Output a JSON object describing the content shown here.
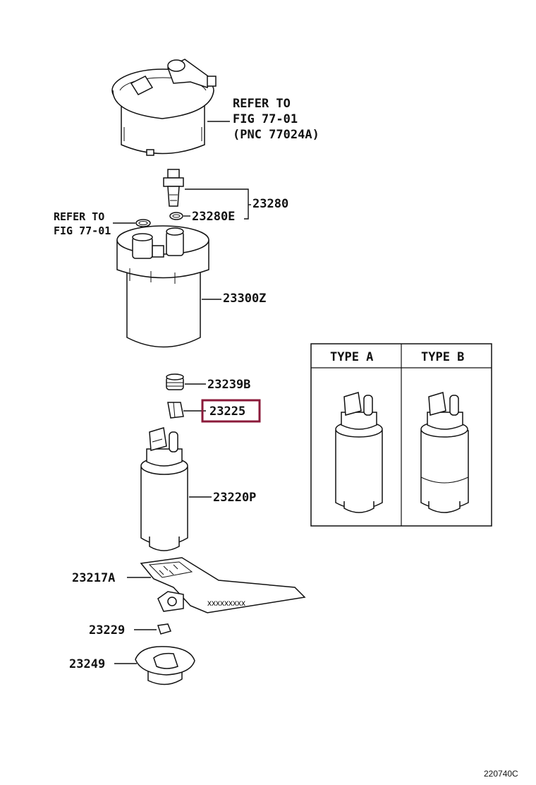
{
  "refer_top": {
    "line1": "REFER TO",
    "line2": "FIG 77-01",
    "line3": "(PNC 77024A)"
  },
  "refer_left": {
    "line1": "REFER TO",
    "line2": "FIG 77-01"
  },
  "parts": {
    "p23280": "23280",
    "p23280e": "23280E",
    "p23300z": "23300Z",
    "p23239b": "23239B",
    "p23225": "23225",
    "p23220p": "23220P",
    "p23217a": "23217A",
    "p23229": "23229",
    "p23249": "23249"
  },
  "type_table": {
    "type_a": "TYPE A",
    "type_b": "TYPE B"
  },
  "figure_id": "220740C",
  "highlight_color": "#8b1a3a"
}
